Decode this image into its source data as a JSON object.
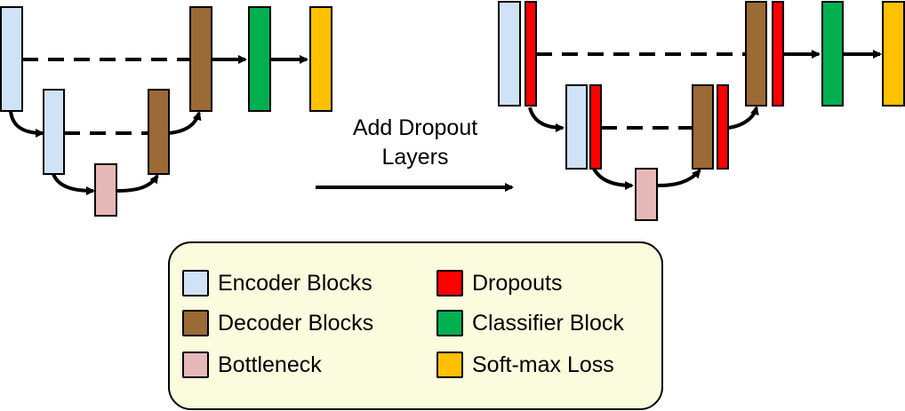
{
  "transform_label": {
    "line1": "Add Dropout",
    "line2": "Layers"
  },
  "colors": {
    "encoder": "#cfe2f6",
    "decoder": "#9b6a35",
    "bottleneck": "#e7b8b8",
    "dropout": "#ff0000",
    "classifier": "#00b050",
    "softmax": "#ffc000",
    "legend_background": "#fbfbde"
  },
  "legend": {
    "items": [
      {
        "id": "encoder",
        "label": "Encoder Blocks",
        "color": "#cfe2f6"
      },
      {
        "id": "decoder",
        "label": "Decoder Blocks",
        "color": "#9b6a35"
      },
      {
        "id": "bottleneck",
        "label": "Bottleneck",
        "color": "#e7b8b8"
      },
      {
        "id": "dropout",
        "label": "Dropouts",
        "color": "#ff0000"
      },
      {
        "id": "classifier",
        "label": "Classifier Block",
        "color": "#00b050"
      },
      {
        "id": "softmax",
        "label": "Soft-max Loss",
        "color": "#ffc000"
      }
    ]
  }
}
